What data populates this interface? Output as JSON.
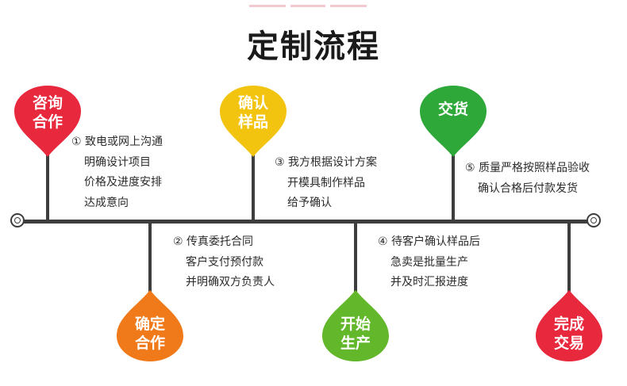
{
  "page": {
    "title": "定制流程"
  },
  "steps": [
    {
      "id": "consult",
      "label_lines": [
        "咨询",
        "合作"
      ],
      "color": "#e8283c",
      "desc": [
        "① 致电或网上沟通",
        "明确设计项目",
        "价格及进度安排",
        "达成意向"
      ]
    },
    {
      "id": "confirm-order",
      "label_lines": [
        "确定",
        "合作"
      ],
      "color": "#f07a1a",
      "desc": [
        "② 传真委托合同",
        "客户支付预付款",
        "并明确双方负责人"
      ]
    },
    {
      "id": "confirm-sample",
      "label_lines": [
        "确认",
        "样品"
      ],
      "color": "#f2c40f",
      "desc": [
        "③ 我方根据设计方案",
        "开模具制作样品",
        "给予确认"
      ]
    },
    {
      "id": "production",
      "label_lines": [
        "开始",
        "生产"
      ],
      "color": "#62b82a",
      "desc": [
        "④ 待客户确认样品后",
        "急卖是批量生产",
        "并及时汇报进度"
      ]
    },
    {
      "id": "delivery",
      "label_lines": [
        "交货"
      ],
      "color": "#2fa83a",
      "desc": [
        "⑤ 质量严格按照样品验收",
        "确认合格后付款发货"
      ]
    },
    {
      "id": "complete",
      "label_lines": [
        "完成",
        "交易"
      ],
      "color": "#e8283c",
      "desc": []
    }
  ]
}
